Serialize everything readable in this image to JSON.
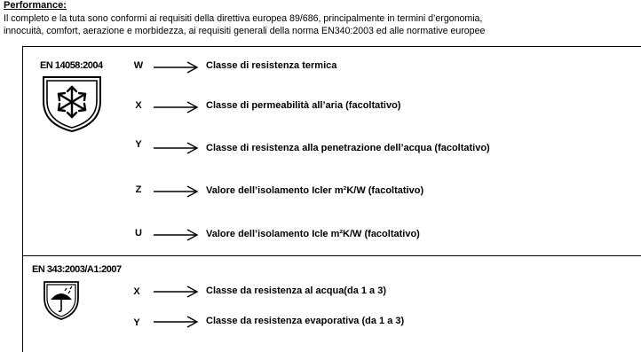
{
  "heading": "Performance:",
  "intro": {
    "line1": "Il completo e la tuta sono conformi ai requisiti della direttiva europea 89/686, principalmente in termini d’ergonomia,",
    "line2": "innocuità, comfort, aerazione e morbidezza, ai requisiti generali della norma EN340:2003  ed alle normative europee"
  },
  "section1": {
    "standard": "EN 14058:2004",
    "icon": "snowflake-shield-icon",
    "rows": [
      {
        "letter": "W",
        "desc": "Classe di resistenza termica"
      },
      {
        "letter": "X",
        "desc": "Classe di permeabilità all’aria (facoltativo)"
      },
      {
        "letter": "Y",
        "desc": "Classe di resistenza alla penetrazione dell’acqua (facoltativo)"
      },
      {
        "letter": "Z",
        "desc": "Valore dell’isolamento Icler m²K/W (facoltativo)"
      },
      {
        "letter": "U",
        "desc": "Valore dell’isolamento Icle m²K/W (facoltativo)"
      }
    ]
  },
  "section2": {
    "standard": "EN 343:2003/A1:2007",
    "icon": "umbrella-rain-shield-icon",
    "rows": [
      {
        "letter": "X",
        "desc": "Classe da resistenza al acqua(da 1 a 3)"
      },
      {
        "letter": "Y",
        "desc": "Classe da resistenza evaporativa (da 1 a 3)"
      }
    ]
  }
}
